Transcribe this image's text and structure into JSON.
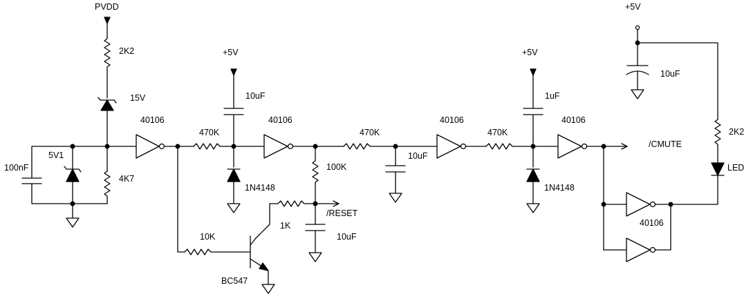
{
  "labels": {
    "pvdd": "PVDD",
    "r_2k2_left": "2K2",
    "z15v": "15V",
    "c100nf": "100nF",
    "z5v1": "5V1",
    "r4k7": "4K7",
    "inv1": "40106",
    "r470k_1": "470K",
    "v5_1": "+5V",
    "c10uf_1": "10uF",
    "d1": "1N4148",
    "inv2": "40106",
    "r100k": "100K",
    "reset": "/RESET",
    "r1k": "1K",
    "c10uf_2": "10uF",
    "r10k": "10K",
    "bc547": "BC547",
    "r470k_2": "470K",
    "c10uf_3": "10uF",
    "inv3": "40106",
    "r470k_3": "470K",
    "v5_2": "+5V",
    "c1uf": "1uF",
    "d2": "1N4148",
    "inv4": "40106",
    "cmute": "/CMUTE",
    "inv5": "40106",
    "v5_3": "+5V",
    "c10uf_4": "10uF",
    "r_2k2_right": "2K2",
    "led": "LED"
  }
}
